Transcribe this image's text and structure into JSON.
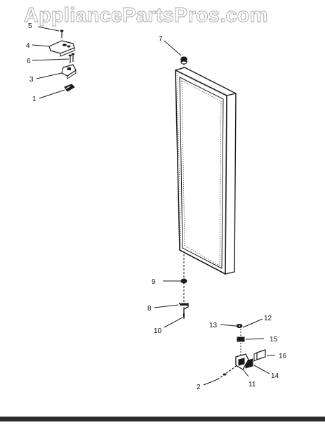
{
  "watermark": "AppliancePartsPros.com",
  "colors": {
    "line": "#1a1a1a",
    "watermark_outline": "#a7a7a7"
  },
  "callouts": [
    {
      "id": "1",
      "label": "1"
    },
    {
      "id": "2",
      "label": "2"
    },
    {
      "id": "3",
      "label": "3"
    },
    {
      "id": "4",
      "label": "4"
    },
    {
      "id": "5",
      "label": "5"
    },
    {
      "id": "6",
      "label": "6"
    },
    {
      "id": "7",
      "label": "7"
    },
    {
      "id": "8",
      "label": "8"
    },
    {
      "id": "9",
      "label": "9"
    },
    {
      "id": "10",
      "label": "10"
    },
    {
      "id": "11",
      "label": "11"
    },
    {
      "id": "12",
      "label": "12"
    },
    {
      "id": "13",
      "label": "13"
    },
    {
      "id": "14",
      "label": "14"
    },
    {
      "id": "15",
      "label": "15"
    },
    {
      "id": "16",
      "label": "16"
    }
  ]
}
